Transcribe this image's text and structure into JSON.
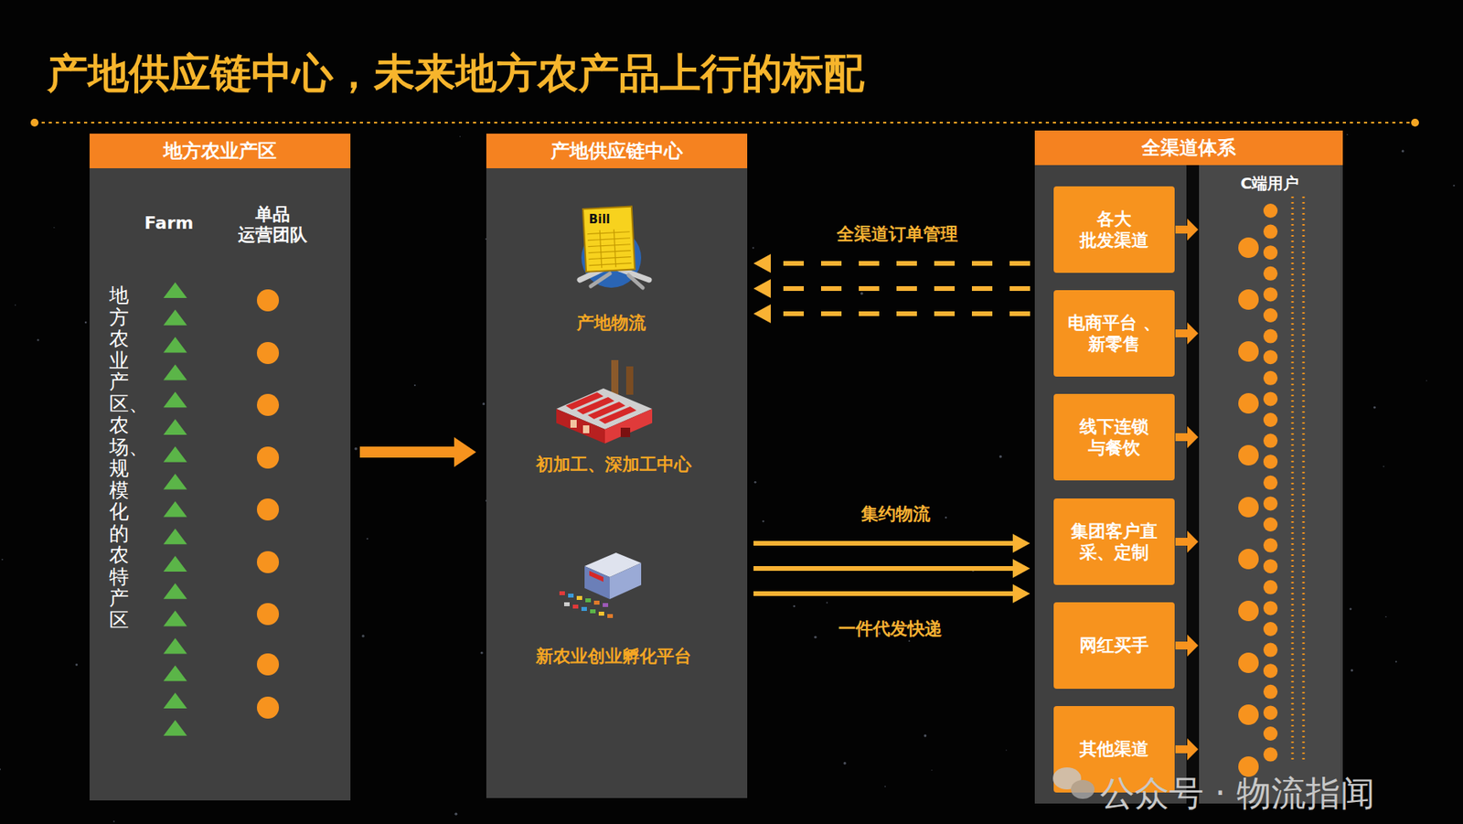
{
  "diagram": {
    "title": "产地供应链中心，未来地方农产品上行的标配",
    "nodes": [
      {
        "text": [
          "地方农业产区"
        ]
      },
      {
        "text": [
          "产地供应链中心"
        ]
      },
      {
        "text": [
          "全渠道体系"
        ]
      },
      {
        "text": [
          "各大 批发渠道"
        ],
        "in": 2
      },
      {
        "text": [
          "电商平台 、新零售"
        ],
        "in": 2
      },
      {
        "text": [
          "线下连锁 与餐饮"
        ],
        "in": 2
      },
      {
        "text": [
          "集团客户直 采、定制"
        ],
        "in": 2
      },
      {
        "text": [
          "网红买手"
        ],
        "in": 2
      },
      {
        "text": [
          "其他渠道"
        ],
        "in": 2
      },
      {
        "text": [
          "C端用户"
        ],
        "in": 2
      }
    ],
    "edges": [
      {
        "from": 0,
        "to": 1,
        "arrow": "to"
      },
      {
        "from": 2,
        "to": 1,
        "arrow": "to",
        "label": "全渠道订单管理"
      },
      {
        "from": 2,
        "to": 1,
        "arrow": "to"
      },
      {
        "from": 2,
        "to": 1,
        "arrow": "to"
      },
      {
        "from": 1,
        "to": 2,
        "arrow": "to",
        "label": "集约物流"
      },
      {
        "from": 1,
        "to": 2,
        "arrow": "to"
      },
      {
        "from": 1,
        "to": 2,
        "arrow": "to",
        "label": "一件代发快递"
      },
      {
        "from": 3,
        "to": 9,
        "arrow": "to"
      },
      {
        "from": 4,
        "to": 9,
        "arrow": "to"
      },
      {
        "from": 5,
        "to": 9,
        "arrow": "to"
      },
      {
        "from": 6,
        "to": 9,
        "arrow": "to"
      },
      {
        "from": 7,
        "to": 9,
        "arrow": "to"
      },
      {
        "from": 8,
        "to": 9,
        "arrow": "to"
      }
    ],
    "labels": [
      "Farm",
      "单品 运营团队",
      "地方农业产区、农场、规模化的农特产区",
      "Bill",
      "产地物流",
      "初加工、深加工中心",
      "新农业创业孵化平台",
      "公众号 · 物流指闻"
    ]
  }
}
